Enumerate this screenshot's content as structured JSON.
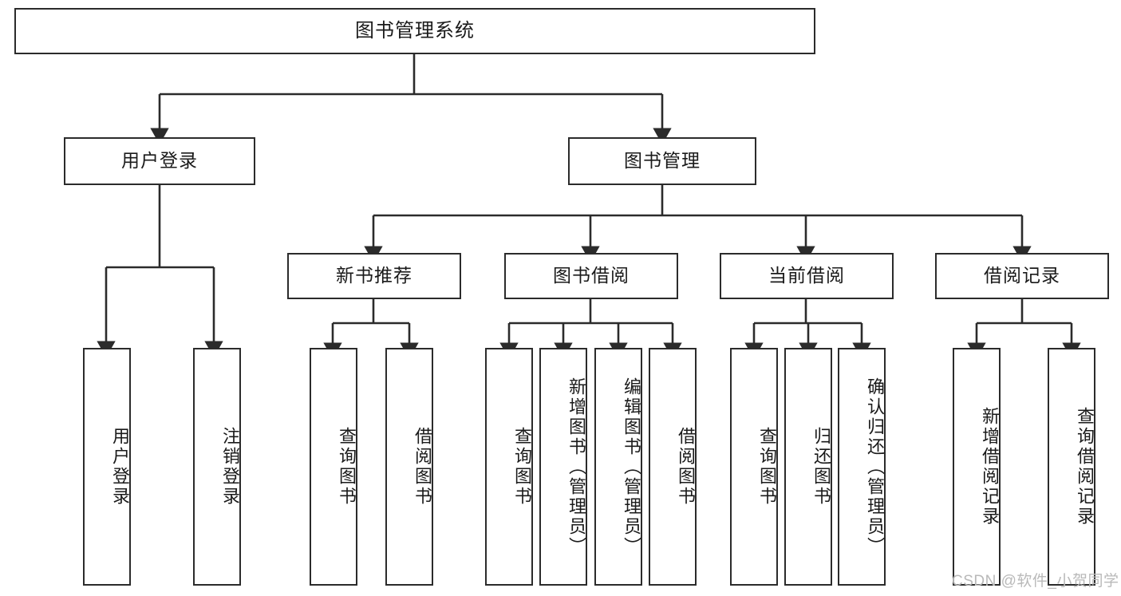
{
  "diagram": {
    "title": "图书管理系统",
    "type": "功能结构图",
    "root": {
      "label": "图书管理系统"
    },
    "level1": [
      {
        "id": "user-login",
        "label": "用户登录"
      },
      {
        "id": "book-manage",
        "label": "图书管理"
      }
    ],
    "level2": [
      {
        "id": "new-book-recommend",
        "label": "新书推荐",
        "parent": "book-manage"
      },
      {
        "id": "book-borrow",
        "label": "图书借阅",
        "parent": "book-manage"
      },
      {
        "id": "current-borrow",
        "label": "当前借阅",
        "parent": "book-manage"
      },
      {
        "id": "borrow-record",
        "label": "借阅记录",
        "parent": "book-manage"
      }
    ],
    "leaves": [
      {
        "id": "leaf-user-login",
        "label": "用户登录",
        "parent": "user-login"
      },
      {
        "id": "leaf-logout",
        "label": "注销登录",
        "parent": "user-login"
      },
      {
        "id": "leaf-query-book-1",
        "label": "查询图书",
        "parent": "new-book-recommend"
      },
      {
        "id": "leaf-borrow-book-1",
        "label": "借阅图书",
        "parent": "new-book-recommend"
      },
      {
        "id": "leaf-query-book-2",
        "label": "查询图书",
        "parent": "book-borrow"
      },
      {
        "id": "leaf-add-book",
        "label": "新增图书（管理员）",
        "parent": "book-borrow"
      },
      {
        "id": "leaf-edit-book",
        "label": "编辑图书（管理员）",
        "parent": "book-borrow"
      },
      {
        "id": "leaf-borrow-book-2",
        "label": "借阅图书",
        "parent": "book-borrow"
      },
      {
        "id": "leaf-query-book-3",
        "label": "查询图书",
        "parent": "current-borrow"
      },
      {
        "id": "leaf-return-book",
        "label": "归还图书",
        "parent": "current-borrow"
      },
      {
        "id": "leaf-confirm-return",
        "label": "确认归还（管理员）",
        "parent": "current-borrow"
      },
      {
        "id": "leaf-add-record",
        "label": "新增借阅记录",
        "parent": "borrow-record"
      },
      {
        "id": "leaf-query-record",
        "label": "查询借阅记录",
        "parent": "borrow-record"
      }
    ],
    "colors": {
      "stroke": "#2b2b2b",
      "background": "#ffffff",
      "text": "#1a1a1a",
      "watermark": "#b9b9b9"
    }
  },
  "watermark": {
    "text": "CSDN @软件_小贺同学"
  }
}
